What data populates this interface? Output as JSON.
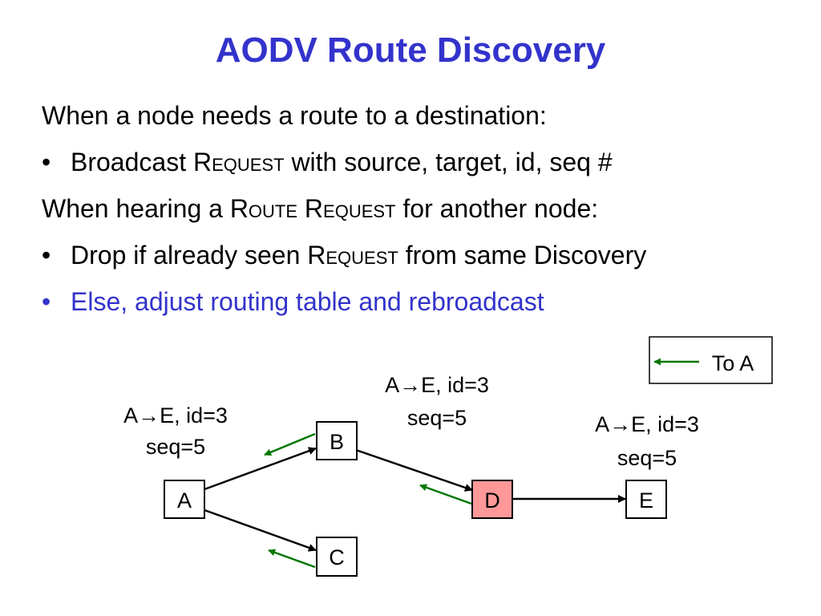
{
  "colors": {
    "title": "#3333cc",
    "highlight_bullet": "#3333cc",
    "node_highlight_fill": "#ff9999",
    "reverse_arrow": "#007700",
    "edge": "#000000"
  },
  "title": "AODV Route Discovery",
  "lines": [
    {
      "kind": "text",
      "segments": [
        {
          "text": "When a node needs a route to a destination:"
        }
      ]
    },
    {
      "kind": "bullet",
      "segments": [
        {
          "text": "Broadcast "
        },
        {
          "text": "Request",
          "small_caps": true
        },
        {
          "text": " with source, target, id, seq #"
        }
      ]
    },
    {
      "kind": "text",
      "segments": [
        {
          "text": "When hearing a "
        },
        {
          "text": "Route Request",
          "small_caps": true
        },
        {
          "text": " for another node:"
        }
      ]
    },
    {
      "kind": "bullet",
      "segments": [
        {
          "text": "Drop if already seen "
        },
        {
          "text": "Request",
          "small_caps": true
        },
        {
          "text": " from same Discovery"
        }
      ]
    },
    {
      "kind": "bullet",
      "highlight": true,
      "segments": [
        {
          "text": "Else, adjust routing table and rebroadcast"
        }
      ]
    }
  ],
  "bullet_glyph": "•",
  "legend": {
    "label": "To A"
  },
  "nodes": {
    "A": {
      "label": "A"
    },
    "B": {
      "label": "B"
    },
    "C": {
      "label": "C"
    },
    "D": {
      "label": "D",
      "highlight": true
    },
    "E": {
      "label": "E"
    }
  },
  "edges": [
    {
      "from": "A",
      "to": "B"
    },
    {
      "from": "A",
      "to": "C"
    },
    {
      "from": "B",
      "to": "D"
    },
    {
      "from": "D",
      "to": "E"
    }
  ],
  "reverse_arrows": [
    {
      "edge": "A-B"
    },
    {
      "edge": "A-C"
    },
    {
      "edge": "B-D"
    }
  ],
  "messages": {
    "near_A": {
      "prefix": "A",
      "suffix": "E, id=3",
      "line2": "seq=5"
    },
    "near_B": {
      "prefix": "A",
      "suffix": "E, id=3",
      "line2": "seq=5"
    },
    "near_E": {
      "prefix": "A",
      "suffix": "E, id=3",
      "line2": "seq=5"
    }
  }
}
